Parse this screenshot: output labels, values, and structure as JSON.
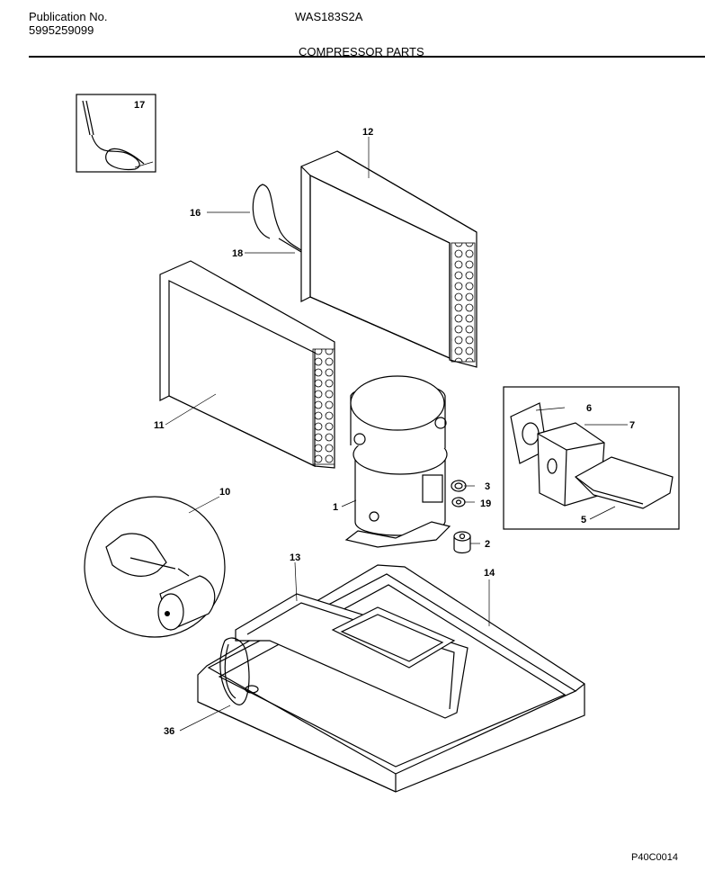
{
  "header": {
    "publication_label": "Publication No.",
    "publication_number": "5995259099",
    "model": "WAS183S2A",
    "section_title": "COMPRESSOR PARTS"
  },
  "callouts": [
    "17",
    "12",
    "16",
    "18",
    "11",
    "10",
    "1",
    "6",
    "7",
    "3",
    "19",
    "5",
    "2",
    "13",
    "14",
    "36"
  ],
  "footer": {
    "drawing_code": "P40C0014"
  }
}
